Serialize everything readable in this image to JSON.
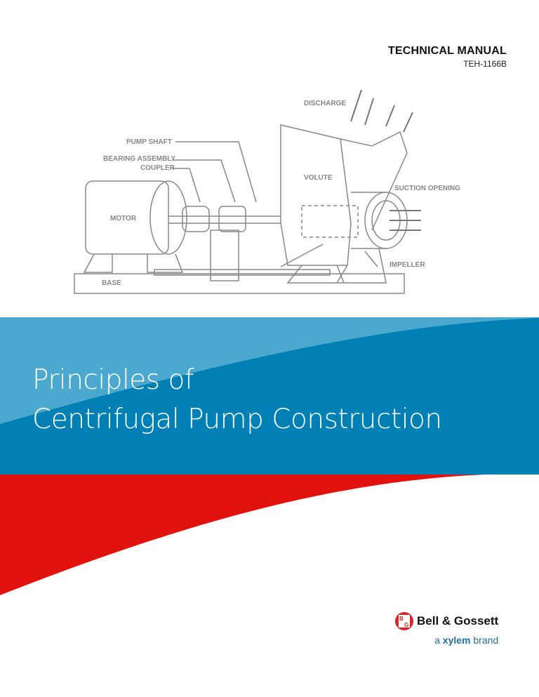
{
  "header": {
    "title": "TECHNICAL MANUAL",
    "code": "TEH-1166B"
  },
  "diagram": {
    "labels": {
      "discharge": "DISCHARGE",
      "pump_shaft": "PUMP SHAFT",
      "bearing_assembly": "BEARING ASSEMBLY",
      "coupler": "COUPLER",
      "volute": "VOLUTE",
      "suction_opening": "SUCTION OPENING",
      "motor": "MOTOR",
      "impeller": "IMPELLER",
      "base": "BASE"
    }
  },
  "title": {
    "line1": "Principles of",
    "line2": "Centrifugal Pump Construction"
  },
  "logo": {
    "name": "Bell & Gossett",
    "tagline_prefix": "a",
    "tagline_brand": "xylem",
    "tagline_suffix": "brand",
    "monogram": "B&G"
  },
  "colors": {
    "light_blue": "#4ba9d0",
    "blue": "#0080b4",
    "red": "#e2120f"
  }
}
